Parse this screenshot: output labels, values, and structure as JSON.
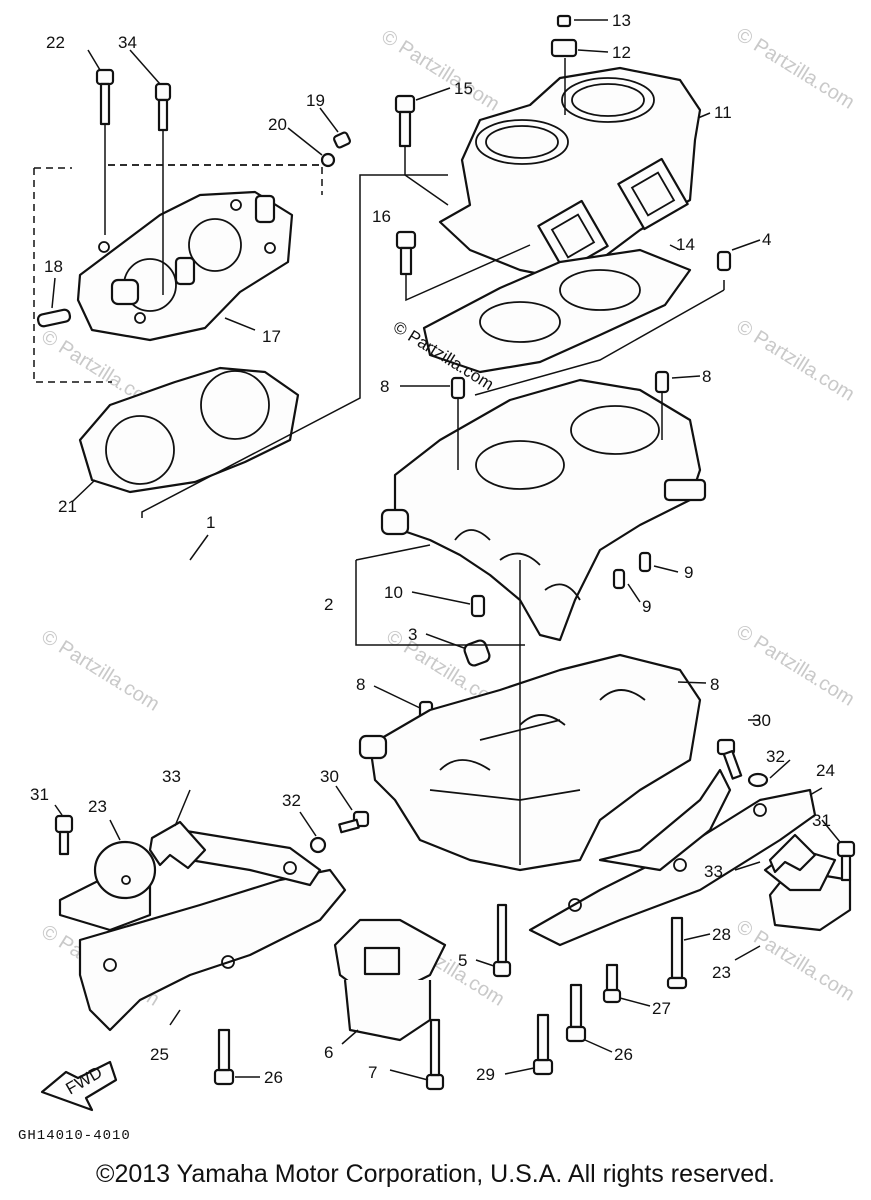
{
  "callouts": {
    "c1": "1",
    "c2": "2",
    "c3": "3",
    "c4": "4",
    "c5": "5",
    "c6": "6",
    "c7": "7",
    "c8a": "8",
    "c8b": "8",
    "c8c": "8",
    "c8d": "8",
    "c9a": "9",
    "c9b": "9",
    "c10": "10",
    "c11": "11",
    "c12": "12",
    "c13": "13",
    "c14": "14",
    "c15": "15",
    "c16": "16",
    "c17": "17",
    "c18": "18",
    "c19": "19",
    "c20": "20",
    "c21": "21",
    "c22": "22",
    "c23a": "23",
    "c23b": "23",
    "c24": "24",
    "c25": "25",
    "c26a": "26",
    "c26b": "26",
    "c27": "27",
    "c28": "28",
    "c29": "29",
    "c30a": "30",
    "c30b": "30",
    "c31a": "31",
    "c31b": "31",
    "c32a": "32",
    "c32b": "32",
    "c33a": "33",
    "c33b": "33",
    "c34": "34"
  },
  "fwd_label": "FWD",
  "diagram_code": "GH14010-4010",
  "watermark_center": "© Partzilla.com",
  "watermark_text": "© Partzilla.com",
  "copyright": "©2013 Yamaha Motor Corporation, U.S.A. All rights reserved."
}
